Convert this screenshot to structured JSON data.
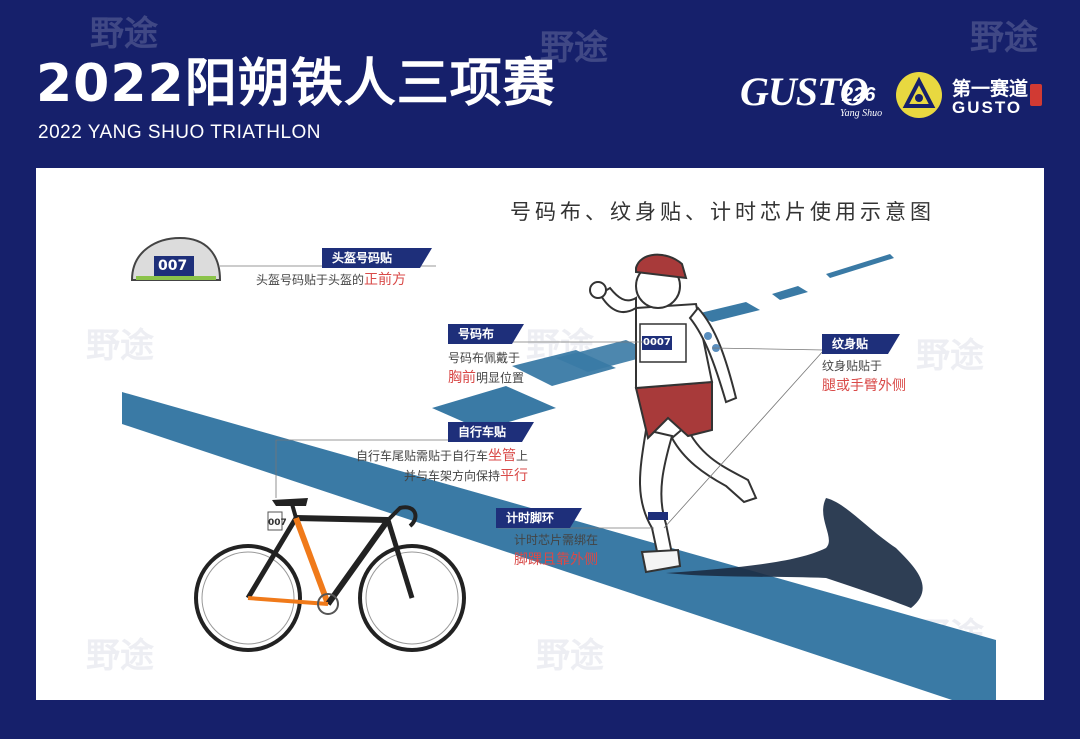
{
  "header": {
    "title_cn": "2022阳朔铁人三项赛",
    "title_en": "2022 YANG SHUO TRIATHLON"
  },
  "logos": {
    "gusto_script": "GUSTO",
    "gusto_number": "226",
    "gusto_sub": "Yang Shuo",
    "brand_cn": "第一赛道",
    "brand_en": "GUSTO"
  },
  "panel": {
    "title": "号码布、纹身贴、计时芯片使用示意图"
  },
  "labels": {
    "helmet": {
      "tag": "头盔号码贴",
      "desc_pre": "头盔号码贴于头盔的",
      "desc_hl": "正前方",
      "number": "007"
    },
    "bib": {
      "tag": "号码布",
      "desc_line1": "号码布佩戴于",
      "desc_hl": "胸前",
      "desc_post": "明显位置",
      "number": "0007"
    },
    "tattoo": {
      "tag": "纹身贴",
      "desc_line1": "纹身贴贴于",
      "desc_hl": "腿或手臂外侧"
    },
    "bike": {
      "tag": "自行车贴",
      "desc_pre": "自行车尾贴需贴于自行车",
      "desc_hl1": "坐管",
      "desc_mid": "上",
      "desc_line2": "并与车架方向保持",
      "desc_hl2": "平行",
      "number": "007"
    },
    "chip": {
      "tag": "计时脚环",
      "desc_line1": "计时芯片需绑在",
      "desc_hl": "脚踝且靠外侧"
    }
  },
  "watermark": "野途",
  "colors": {
    "background": "#16206b",
    "road": "#3a7aa5",
    "tag": "#1e2f7a",
    "highlight": "#d94a48",
    "bike_orange": "#f07a1a"
  }
}
